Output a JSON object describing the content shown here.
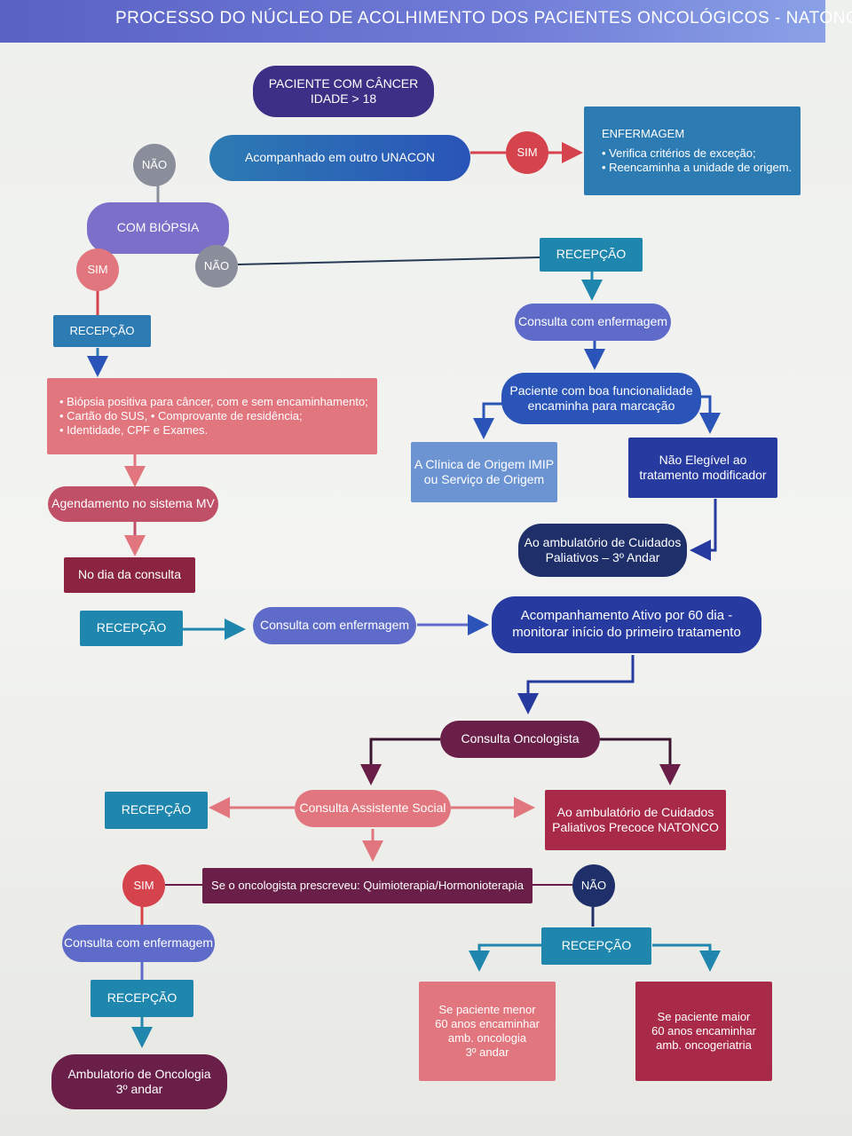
{
  "header": {
    "title": "PROCESSO DO NÚCLEO DE ACOLHIMENTO DOS PACIENTES ONCOLÓGICOS - NATONCO"
  },
  "nodes": {
    "paciente_l1": "PACIENTE COM CÂNCER",
    "paciente_l2": "IDADE > 18",
    "acompanhado": "Acompanhado em outro UNACON",
    "sim_top": "SIM",
    "nao_top": "NÃO",
    "enfermagem_title": "ENFERMAGEM",
    "enfermagem_b1": "• Verifica critérios de exceção;",
    "enfermagem_b2": "• Reencaminha a unidade de origem.",
    "com_biopsia": "COM BIÓPSIA",
    "sim_biopsia": "SIM",
    "nao_biopsia": "NÃO",
    "recepcao_right_top": "RECEPÇÃO",
    "recepcao_left_top": "RECEPÇÃO",
    "consulta_enf_right": "Consulta com enfermagem",
    "docs_b1": "• Biópsia positiva para câncer, com e sem encaminhamento;",
    "docs_b2": "• Cartão do SUS, • Comprovante de residência;",
    "docs_b3": "• Identidade, CPF e Exames.",
    "boa_func_l1": "Paciente com boa funcionalidade",
    "boa_func_l2": "encaminha para marcação",
    "clinica_origem_l1": "A Clínica de Origem IMIP",
    "clinica_origem_l2": "ou Serviço de Origem",
    "nao_elegivel_l1": "Não Elegível  ao",
    "nao_elegivel_l2": "tratamento modificador",
    "agendamento": "Agendamento no sistema MV",
    "paliativos_l1": "Ao ambulatório de Cuidados",
    "paliativos_l2": "Paliativos – 3º Andar",
    "no_dia": "No dia da consulta",
    "recepcao_mid": "RECEPÇÃO",
    "consulta_enf_mid": "Consulta com enfermagem",
    "acomp_ativo_l1": "Acompanhamento Ativo por 60 dia -",
    "acomp_ativo_l2": "monitorar início do primeiro tratamento",
    "consulta_onco": "Consulta Oncologista",
    "recepcao_social": "RECEPÇÃO",
    "assistente_social": "Consulta Assistente Social",
    "precoce_l1": "Ao ambulatório de Cuidados",
    "precoce_l2": "Paliativos Precoce NATONCO",
    "sim_bottom": "SIM",
    "prescreveu": "Se o oncologista prescreveu: Quimioterapia/Hormonioterapia",
    "nao_bottom": "NÃO",
    "consulta_enf_bottom": "Consulta com enfermagem",
    "recepcao_bottom_right": "RECEPÇÃO",
    "recepcao_bottom_left": "RECEPÇÃO",
    "menor60_l1": "Se paciente menor",
    "menor60_l2": "60 anos encaminhar",
    "menor60_l3": "amb. oncologia",
    "menor60_l4": "3º andar",
    "maior60_l1": "Se paciente maior",
    "maior60_l2": "60 anos encaminhar",
    "maior60_l3": "amb. oncogeriatria",
    "amb_onco_l1": "Ambulatorio de Oncologia",
    "amb_onco_l2": "3º andar"
  },
  "colors": {
    "indigo": "#3e2f86",
    "blue": "#2a54b8",
    "steel": "#2d7bb3",
    "purple": "#7b6fc9",
    "salmon": "#e2767e",
    "grey": "#8a8e9a",
    "teal": "#1f86ad",
    "periwinkle": "#5e6bc8",
    "light_blue": "#6d94d2",
    "navy": "#263aa0",
    "darknavy": "#1e2f6a",
    "maroon": "#8a2440",
    "rose": "#c05068",
    "plum": "#6a1f49",
    "crimson": "#a92a48",
    "red_circle": "#d5434d"
  }
}
